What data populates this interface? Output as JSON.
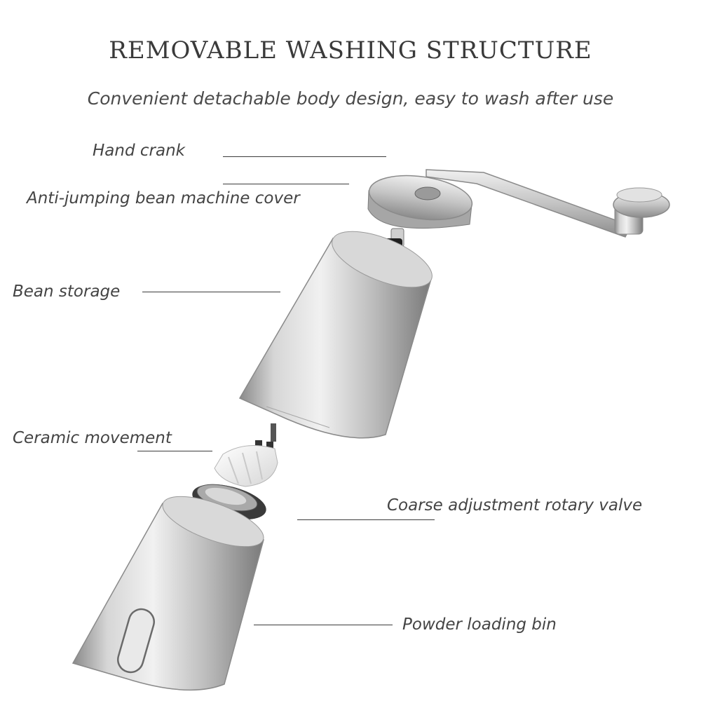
{
  "heading": {
    "title": "REMOVABLE WASHING STRUCTURE",
    "subtitle": "Convenient detachable body design, easy to wash after use"
  },
  "parts": {
    "hand_crank": "Hand crank",
    "cover": "Anti-jumping bean machine cover",
    "bean_storage": "Bean storage",
    "ceramic_movement": "Ceramic movement",
    "rotary_valve": "Coarse adjustment rotary valve",
    "powder_bin": "Powder loading bin"
  },
  "colors": {
    "steel_light": "#e6e6e6",
    "steel_mid": "#b8b8b8",
    "steel_dark": "#7d7d7d",
    "rubber": "#3a3a3a",
    "ceramic": "#f4f4f4"
  }
}
